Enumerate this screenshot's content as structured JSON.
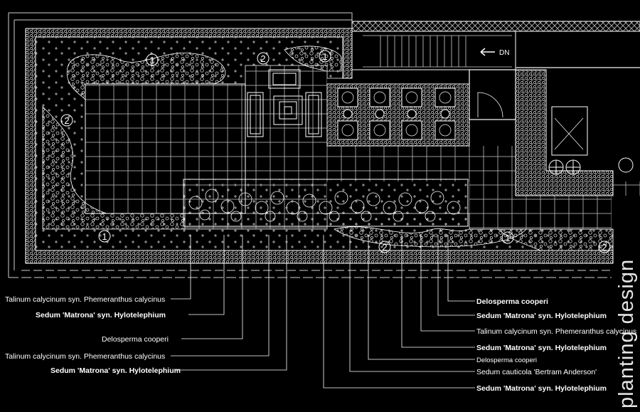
{
  "title": "planting design",
  "stair_label": "DN",
  "zones": [
    {
      "id": "z1",
      "label": "1"
    },
    {
      "id": "z2",
      "label": "2"
    },
    {
      "id": "z3",
      "label": "1"
    },
    {
      "id": "z4",
      "label": "2"
    },
    {
      "id": "z5",
      "label": "1"
    },
    {
      "id": "z6",
      "label": "2"
    },
    {
      "id": "z7",
      "label": "1"
    },
    {
      "id": "z8",
      "label": "2"
    }
  ],
  "labels_left": [
    {
      "text": "Talinum calycinum syn. Phemeranthus calycinus",
      "bold": false
    },
    {
      "text": "Sedum 'Matrona' syn. Hylotelephium",
      "bold": true
    },
    {
      "text": "Delosperma cooperi",
      "bold": false
    },
    {
      "text": "Talinum calycinum syn. Phemeranthus calycinus",
      "bold": false
    },
    {
      "text": "Sedum 'Matrona' syn. Hylotelephium",
      "bold": true
    }
  ],
  "labels_right": [
    {
      "text": "Delosperma cooperi",
      "bold": true
    },
    {
      "text": "Sedum 'Matrona' syn. Hylotelephium",
      "bold": true
    },
    {
      "text": "Talinum calycinum syn. Phemeranthus calycinus",
      "bold": false
    },
    {
      "text": "Sedum 'Matrona' syn. Hylotelephium",
      "bold": true
    },
    {
      "text": "Delosperma cooperi",
      "bold": false
    },
    {
      "text": "Sedum cauticola 'Bertram Anderson'",
      "bold": false
    },
    {
      "text": "Sedum 'Matrona' syn. Hylotelephium",
      "bold": true
    }
  ]
}
